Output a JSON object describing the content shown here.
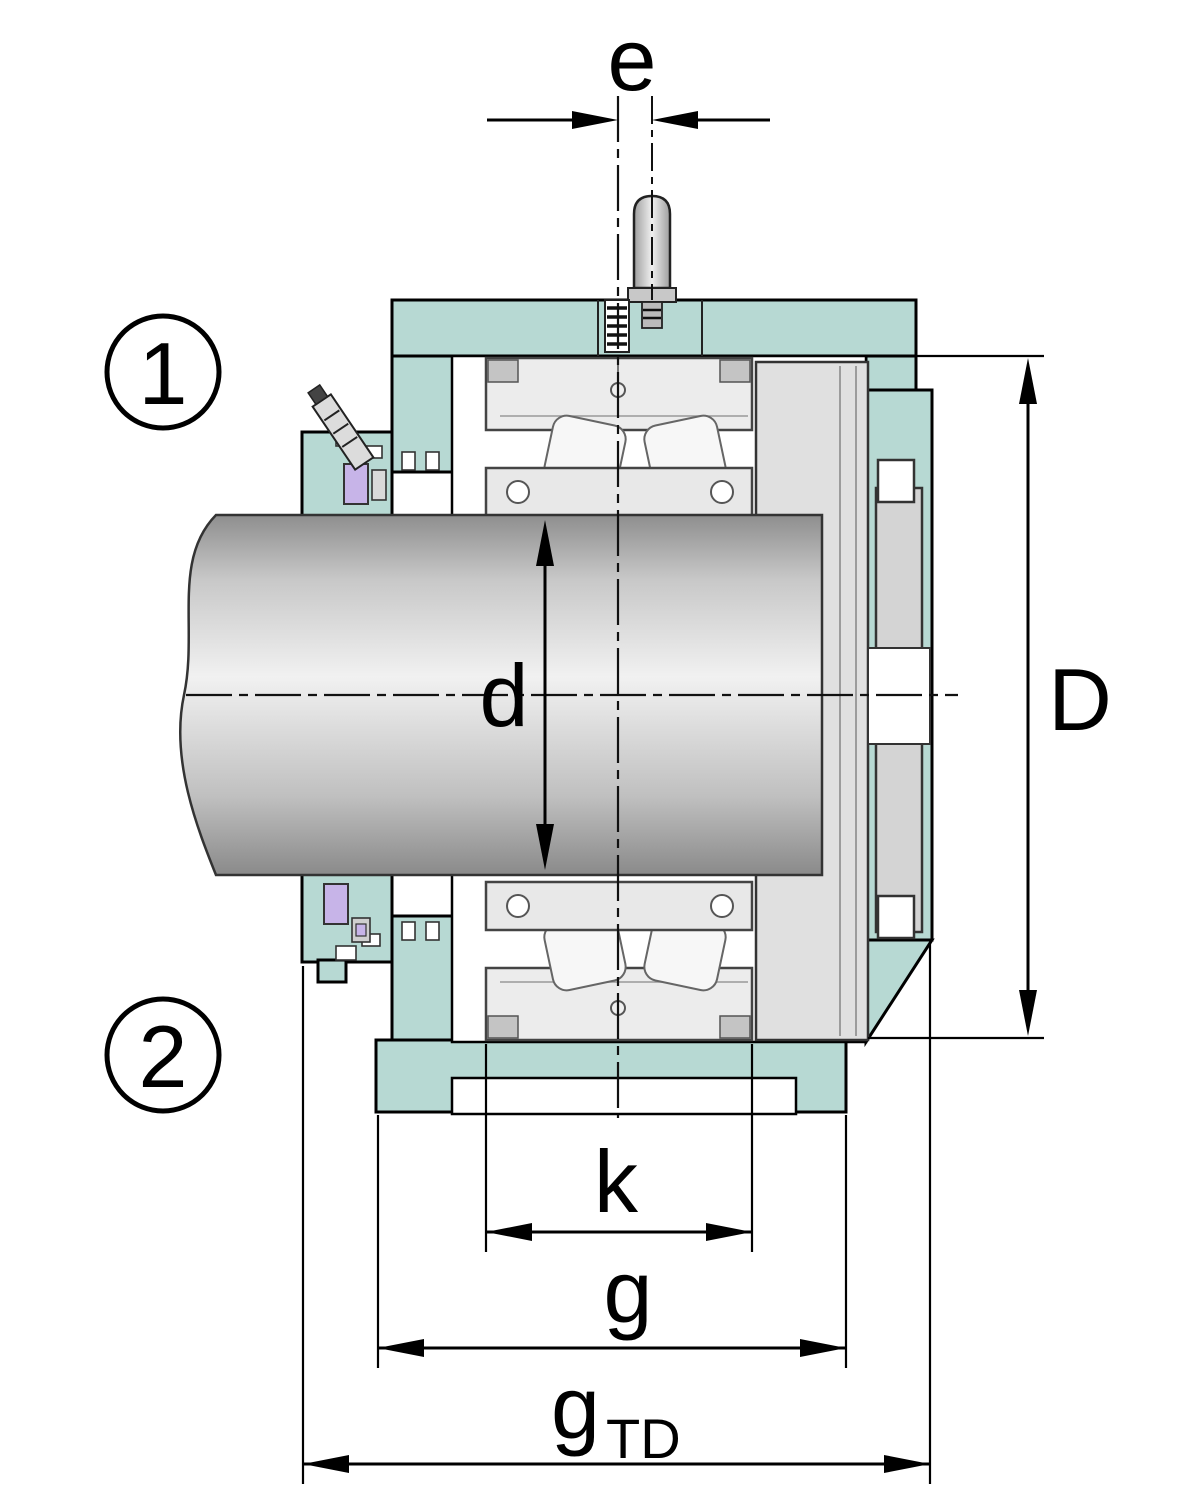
{
  "figure": {
    "title": "bearing-housing-cross-section",
    "callouts": [
      {
        "label": "1"
      },
      {
        "label": "2"
      }
    ],
    "dimensions": {
      "e": "e",
      "d": "d",
      "D": "D",
      "k": "k",
      "g": "g",
      "g_td_base": "g",
      "g_td_sub": "TD"
    },
    "colors": {
      "housing_teal": "#b7d9d3",
      "seal_purple": "#c7b4e8",
      "line": "#000000"
    }
  }
}
